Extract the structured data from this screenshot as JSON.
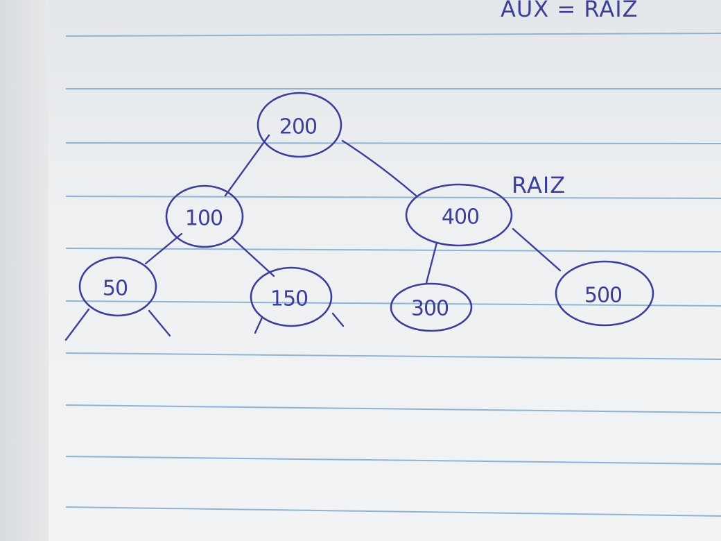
{
  "notes": {
    "top_right": "AUX = RAIZ",
    "root_marker": "RAIZ"
  },
  "tree": {
    "nodes": [
      {
        "id": "n200",
        "label": "200"
      },
      {
        "id": "n100",
        "label": "100"
      },
      {
        "id": "n400",
        "label": "400"
      },
      {
        "id": "n50",
        "label": "50"
      },
      {
        "id": "n150",
        "label": "150"
      },
      {
        "id": "n300",
        "label": "300"
      },
      {
        "id": "n500",
        "label": "500"
      }
    ],
    "edges": [
      {
        "from": "n200",
        "to": "n100"
      },
      {
        "from": "n200",
        "to": "n400"
      },
      {
        "from": "n100",
        "to": "n50"
      },
      {
        "from": "n100",
        "to": "n150"
      },
      {
        "from": "n400",
        "to": "n300"
      },
      {
        "from": "n400",
        "to": "n500"
      }
    ]
  },
  "colors": {
    "ink": "#3b3f9a",
    "ruling": "#8fb3d6",
    "paper": "#eef0f2"
  }
}
